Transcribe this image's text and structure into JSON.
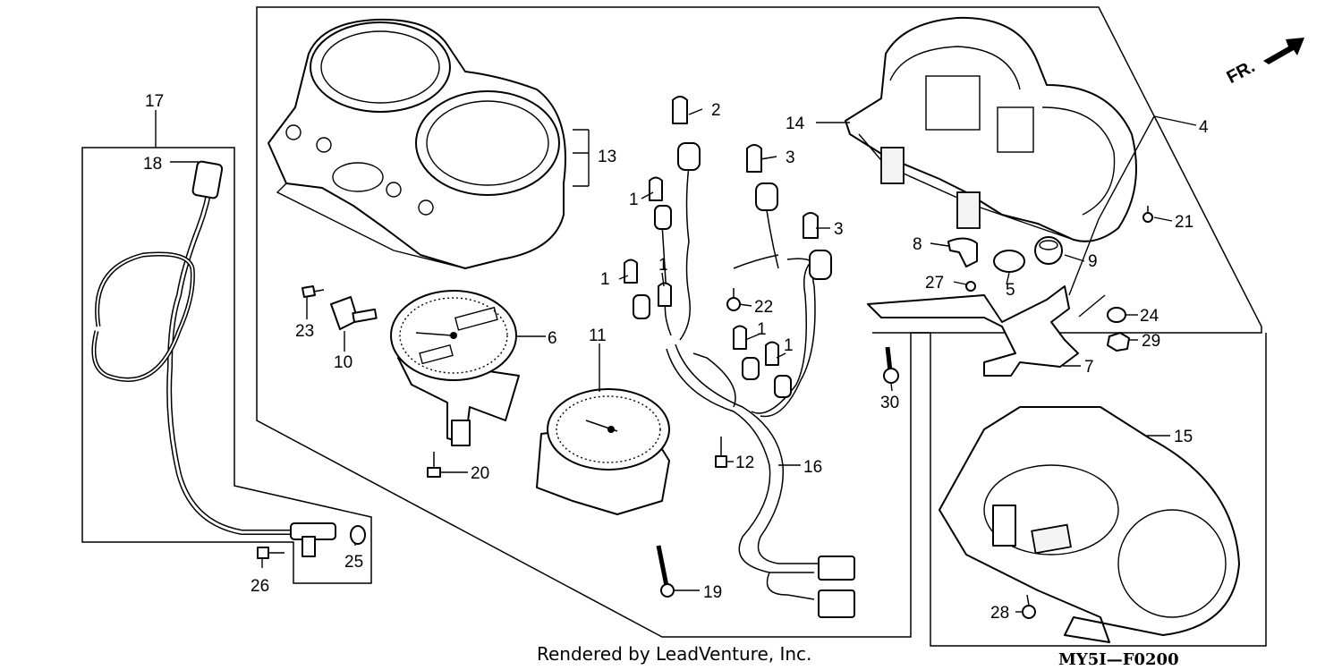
{
  "diagram": {
    "direction_label": "FR.",
    "footer_credit": "Rendered by LeadVenture, Inc.",
    "diagram_code": "MY5I—F0200",
    "callouts": [
      {
        "id": "c2",
        "text": "2"
      },
      {
        "id": "c3a",
        "text": "3"
      },
      {
        "id": "c3b",
        "text": "3"
      },
      {
        "id": "c1a",
        "text": "1"
      },
      {
        "id": "c1b",
        "text": "1"
      },
      {
        "id": "c1c",
        "text": "1"
      },
      {
        "id": "c1d",
        "text": "1"
      },
      {
        "id": "c1e",
        "text": "1"
      },
      {
        "id": "c4",
        "text": "4"
      },
      {
        "id": "c5",
        "text": "5"
      },
      {
        "id": "c6",
        "text": "6"
      },
      {
        "id": "c7",
        "text": "7"
      },
      {
        "id": "c8",
        "text": "8"
      },
      {
        "id": "c9",
        "text": "9"
      },
      {
        "id": "c10",
        "text": "10"
      },
      {
        "id": "c11",
        "text": "11"
      },
      {
        "id": "c12",
        "text": "12"
      },
      {
        "id": "c13",
        "text": "13"
      },
      {
        "id": "c14",
        "text": "14"
      },
      {
        "id": "c15",
        "text": "15"
      },
      {
        "id": "c16",
        "text": "16"
      },
      {
        "id": "c17",
        "text": "17"
      },
      {
        "id": "c18",
        "text": "18"
      },
      {
        "id": "c19",
        "text": "19"
      },
      {
        "id": "c20",
        "text": "20"
      },
      {
        "id": "c21",
        "text": "21"
      },
      {
        "id": "c22",
        "text": "22"
      },
      {
        "id": "c23",
        "text": "23"
      },
      {
        "id": "c24",
        "text": "24"
      },
      {
        "id": "c25",
        "text": "25"
      },
      {
        "id": "c26",
        "text": "26"
      },
      {
        "id": "c27",
        "text": "27"
      },
      {
        "id": "c28",
        "text": "28"
      },
      {
        "id": "c29",
        "text": "29"
      },
      {
        "id": "c30",
        "text": "30"
      }
    ]
  }
}
